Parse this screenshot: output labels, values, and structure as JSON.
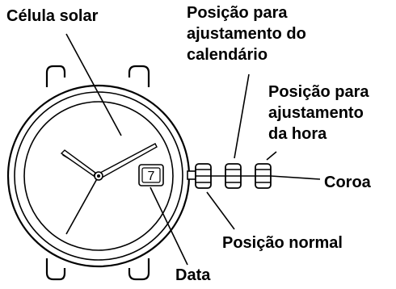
{
  "labels": {
    "solar_cell": "Célula solar",
    "calendar_position_line1": "Posição para",
    "calendar_position_line2": "ajustamento do",
    "calendar_position_line3": "calendário",
    "time_position_line1": "Posição para",
    "time_position_line2": "ajustamento",
    "time_position_line3": "da hora",
    "crown": "Coroa",
    "normal_position": "Posição normal",
    "date": "Data"
  },
  "date_window": {
    "value": "7"
  }
}
